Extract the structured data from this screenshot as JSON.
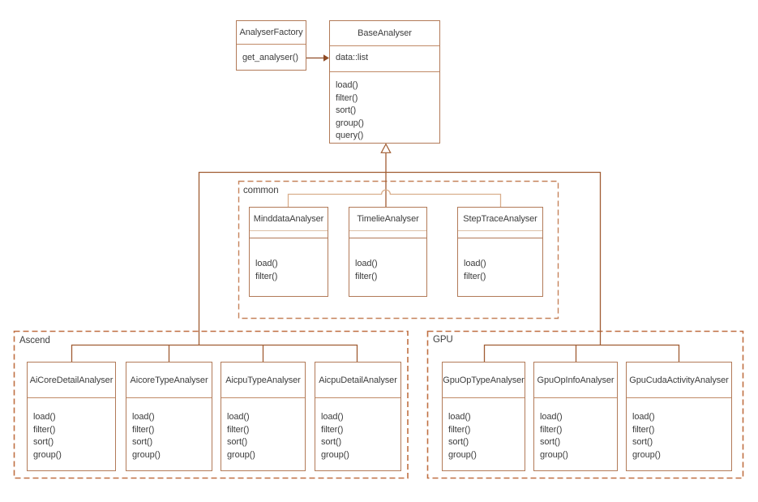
{
  "diagram": {
    "type": "uml-class-diagram",
    "colors": {
      "text": "#3d3d3d",
      "box_border": "#b27a58",
      "divider": "#c08a66",
      "divider_light": "#dcc0a8",
      "connector": "#a05c32",
      "connector_light": "#d9ae8c",
      "arrow": "#8f4c26",
      "dash_common": "#c5825a",
      "dash_group": "#bf6f42"
    },
    "factory": {
      "name": "AnalyserFactory",
      "methods": [
        "get_analyser()"
      ]
    },
    "base": {
      "name": "BaseAnalyser",
      "attributes": [
        "data::list"
      ],
      "methods": [
        "load()",
        "filter()",
        "sort()",
        "group()",
        "query()"
      ]
    },
    "groups": {
      "common": {
        "label": "common",
        "classes": [
          {
            "name": "MinddataAnalyser",
            "methods": [
              "load()",
              "filter()"
            ]
          },
          {
            "name": "TimelieAnalyser",
            "methods": [
              "load()",
              "filter()"
            ]
          },
          {
            "name": "StepTraceAnalyser",
            "methods": [
              "load()",
              "filter()"
            ]
          }
        ]
      },
      "ascend": {
        "label": "Ascend",
        "classes": [
          {
            "name": "AiCoreDetailAnalyser",
            "methods": [
              "load()",
              "filter()",
              "sort()",
              "group()"
            ]
          },
          {
            "name": "AicoreTypeAnalyser",
            "methods": [
              "load()",
              "filter()",
              "sort()",
              "group()"
            ]
          },
          {
            "name": "AicpuTypeAnalyser",
            "methods": [
              "load()",
              "filter()",
              "sort()",
              "group()"
            ]
          },
          {
            "name": "AicpuDetailAnalyser",
            "methods": [
              "load()",
              "filter()",
              "sort()",
              "group()"
            ]
          }
        ]
      },
      "gpu": {
        "label": "GPU",
        "classes": [
          {
            "name": "GpuOpTypeAnalyser",
            "methods": [
              "load()",
              "filter()",
              "sort()",
              "group()"
            ]
          },
          {
            "name": "GpuOpInfoAnalyser",
            "methods": [
              "load()",
              "filter()",
              "sort()",
              "group()"
            ]
          },
          {
            "name": "GpuCudaActivityAnalyser",
            "methods": [
              "load()",
              "filter()",
              "sort()",
              "group()"
            ]
          }
        ]
      }
    },
    "relations": {
      "association": "AnalyserFactory -> BaseAnalyser (filled arrow)",
      "generalization": "hollow triangle up to BaseAnalyser from common / Ascend / GPU classes"
    }
  }
}
